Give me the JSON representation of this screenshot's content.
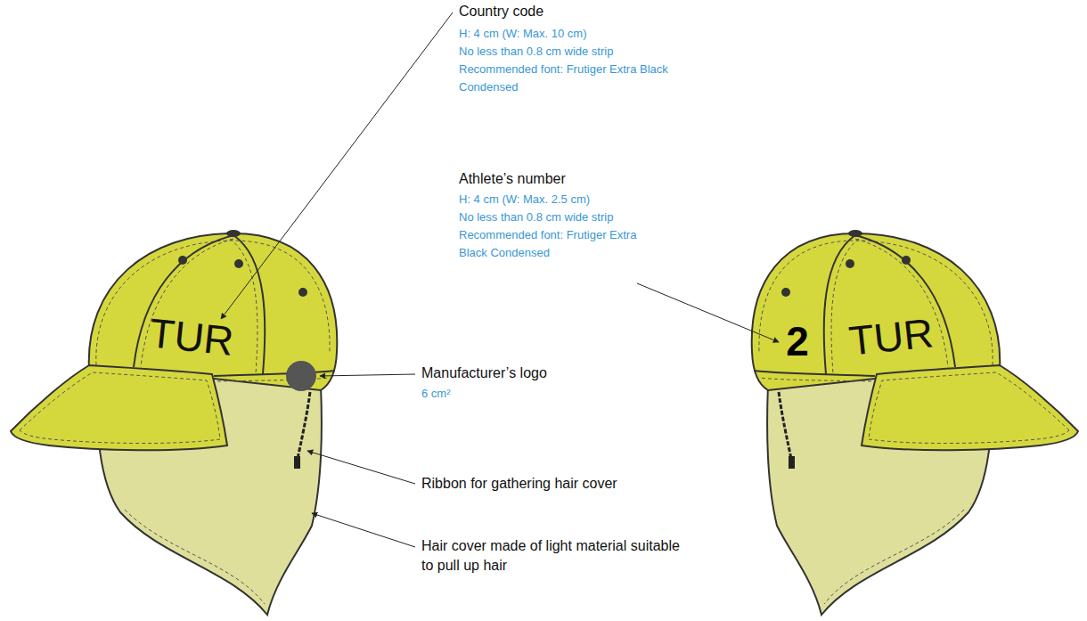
{
  "diagram": {
    "labels": [
      "Country code",
      "H: 4 cm (W: Max. 10 cm)",
      "No less than 0.8 cm wide strip",
      "Recommended font: Frutiger Extra Black Condensed",
      "Athlete’s number",
      "H: 4 cm (W: Max. 2.5 cm)",
      "No less than 0.8 cm wide strip",
      "Recommended font: Frutiger Extra Black Condensed",
      "TUR",
      "Manufacturer’s logo",
      "6 cm²",
      "Ribbon for gathering hair cover",
      "Hair cover made of light material suitable to pull up hair",
      "2",
      "TUR"
    ]
  }
}
